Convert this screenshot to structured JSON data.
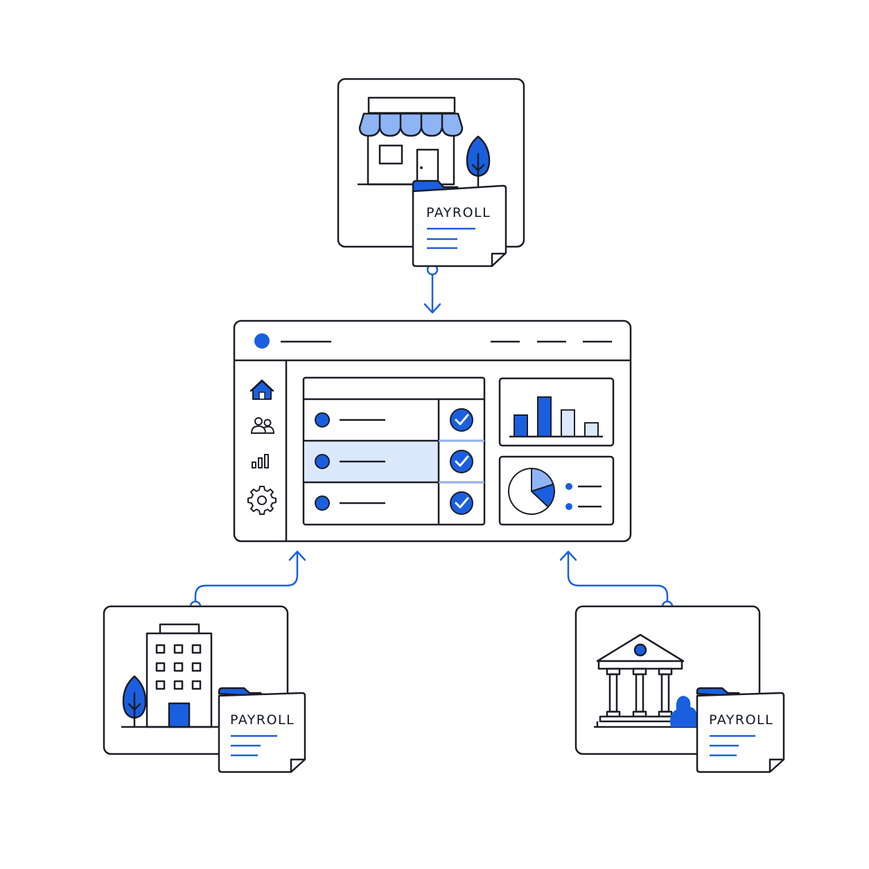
{
  "colors": {
    "ink": "#1a1d24",
    "accent": "#1a5fe0",
    "accent_light": "#8fb4f5",
    "accent_pale": "#dce8fd",
    "background": "#ffffff"
  },
  "nodes": {
    "storefront": {
      "folder_label": "PAYROLL",
      "icon": "storefront-icon"
    },
    "office": {
      "folder_label": "PAYROLL",
      "icon": "office-building-icon"
    },
    "bank": {
      "folder_label": "PAYROLL",
      "icon": "bank-building-icon"
    }
  },
  "dashboard": {
    "sidebar_icons": [
      "home-icon",
      "users-icon",
      "bar-chart-icon",
      "settings-gear-icon"
    ],
    "rows": [
      {
        "status": "checked",
        "highlighted": false
      },
      {
        "status": "checked",
        "highlighted": true
      },
      {
        "status": "checked",
        "highlighted": false
      }
    ],
    "bar_chart": {
      "values": [
        0.5,
        0.92,
        0.62,
        0.32
      ]
    },
    "pie_chart": {
      "slices": [
        0.2,
        0.17,
        0.63
      ]
    }
  },
  "connections": [
    {
      "from": "storefront",
      "to": "dashboard",
      "direction": "down"
    },
    {
      "from": "office",
      "to": "dashboard",
      "direction": "up"
    },
    {
      "from": "bank",
      "to": "dashboard",
      "direction": "up"
    }
  ]
}
